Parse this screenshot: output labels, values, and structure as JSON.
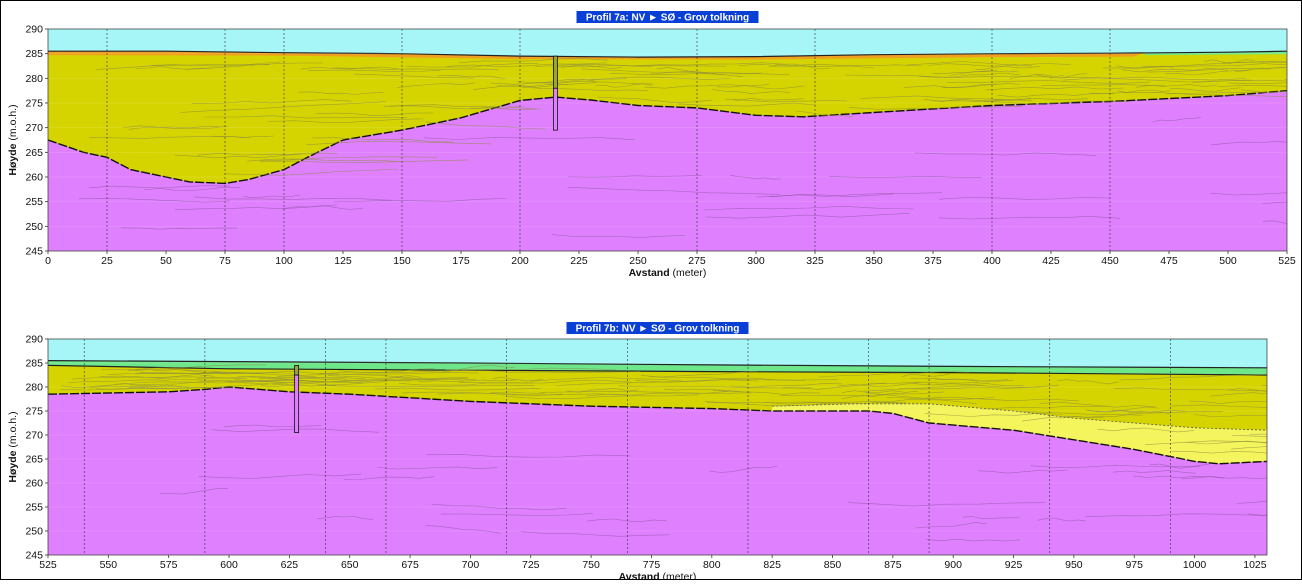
{
  "colors": {
    "air": "#a6f6f8",
    "topsoil": "#6ee78a",
    "organic": "#f0a020",
    "sediment": "#d6d400",
    "sand": "#f4f45c",
    "bedrock": "#df80ff",
    "title_bg": "#0a3fd6"
  },
  "chart_data": [
    {
      "type": "area",
      "title": "Profil 7a: NV ► SØ - Grov tolkning",
      "xlabel_bold": "Avstand",
      "xlabel_rest": " (meter)",
      "ylabel_bold": "Høyde",
      "ylabel_rest": " (m.o.h.)",
      "xlim": [
        0,
        525
      ],
      "ylim": [
        245,
        290
      ],
      "xticks": [
        0,
        25,
        50,
        75,
        100,
        125,
        150,
        175,
        200,
        225,
        250,
        275,
        300,
        325,
        350,
        375,
        400,
        425,
        450,
        475,
        500,
        525
      ],
      "yticks": [
        245,
        250,
        255,
        260,
        265,
        270,
        275,
        280,
        285,
        290
      ],
      "gridlines_x": [
        25,
        75,
        100,
        150,
        200,
        275,
        325,
        400,
        450
      ],
      "surface": [
        [
          0,
          285.5
        ],
        [
          50,
          285.5
        ],
        [
          100,
          285.2
        ],
        [
          150,
          285
        ],
        [
          200,
          284.5
        ],
        [
          250,
          284.3
        ],
        [
          300,
          284.4
        ],
        [
          350,
          284.8
        ],
        [
          400,
          285
        ],
        [
          450,
          285.1
        ],
        [
          500,
          285.3
        ],
        [
          525,
          285.5
        ]
      ],
      "organic_bottom": [
        [
          0,
          284.7
        ],
        [
          100,
          284.6
        ],
        [
          200,
          283.9
        ],
        [
          300,
          283.8
        ],
        [
          400,
          284.3
        ],
        [
          460,
          284.4
        ],
        [
          465,
          285.3
        ]
      ],
      "bedrock": [
        [
          0,
          267.5
        ],
        [
          15,
          265
        ],
        [
          25,
          264
        ],
        [
          35,
          261.5
        ],
        [
          50,
          260
        ],
        [
          60,
          259
        ],
        [
          75,
          258.7
        ],
        [
          85,
          259.5
        ],
        [
          100,
          261.5
        ],
        [
          110,
          264
        ],
        [
          125,
          267.5
        ],
        [
          150,
          269.5
        ],
        [
          175,
          272
        ],
        [
          200,
          275.5
        ],
        [
          215,
          276.2
        ],
        [
          230,
          275.6
        ],
        [
          250,
          274.5
        ],
        [
          275,
          274
        ],
        [
          300,
          272.5
        ],
        [
          320,
          272.2
        ],
        [
          340,
          272.8
        ],
        [
          375,
          273.8
        ],
        [
          400,
          274.5
        ],
        [
          450,
          275.3
        ],
        [
          500,
          276.5
        ],
        [
          525,
          277.5
        ]
      ],
      "boreholes": [
        {
          "x": 215,
          "top": 284.5,
          "bottom": 269.5,
          "upper_split": 278
        }
      ]
    },
    {
      "type": "area",
      "title": "Profil 7b: NV ► SØ - Grov tolkning",
      "xlabel_bold": "Avstand",
      "xlabel_rest": " (meter)",
      "ylabel_bold": "Høyde",
      "ylabel_rest": " (m.o.h.)",
      "xlim": [
        525,
        1030
      ],
      "ylim": [
        245,
        290
      ],
      "xticks": [
        525,
        550,
        575,
        600,
        625,
        650,
        675,
        700,
        725,
        750,
        775,
        800,
        825,
        850,
        875,
        900,
        925,
        950,
        975,
        1000,
        1025
      ],
      "yticks": [
        245,
        250,
        255,
        260,
        265,
        270,
        275,
        280,
        285,
        290
      ],
      "gridlines_x": [
        540,
        590,
        640,
        665,
        715,
        765,
        815,
        865,
        890,
        940,
        990
      ],
      "surface": [
        [
          525,
          285.5
        ],
        [
          600,
          285.3
        ],
        [
          700,
          285
        ],
        [
          800,
          284.6
        ],
        [
          900,
          284.3
        ],
        [
          1030,
          284
        ]
      ],
      "topsoil_bottom": [
        [
          525,
          284.5
        ],
        [
          600,
          283.8
        ],
        [
          700,
          283.5
        ],
        [
          800,
          283.2
        ],
        [
          900,
          283
        ],
        [
          1030,
          282.5
        ]
      ],
      "sand_top": [
        [
          825,
          276
        ],
        [
          860,
          276.5
        ],
        [
          880,
          276.5
        ],
        [
          890,
          276.5
        ],
        [
          925,
          275
        ],
        [
          950,
          273.5
        ],
        [
          975,
          272.5
        ],
        [
          1000,
          271.5
        ],
        [
          1030,
          271
        ]
      ],
      "bedrock": [
        [
          525,
          278.5
        ],
        [
          575,
          279
        ],
        [
          590,
          279.5
        ],
        [
          600,
          280
        ],
        [
          625,
          279
        ],
        [
          650,
          278.5
        ],
        [
          700,
          277
        ],
        [
          750,
          276
        ],
        [
          800,
          275.5
        ],
        [
          825,
          275
        ],
        [
          850,
          275
        ],
        [
          865,
          275
        ],
        [
          875,
          274.5
        ],
        [
          890,
          272.5
        ],
        [
          925,
          271
        ],
        [
          950,
          269
        ],
        [
          975,
          267
        ],
        [
          1000,
          264.5
        ],
        [
          1010,
          264
        ],
        [
          1030,
          264.5
        ]
      ],
      "boreholes": [
        {
          "x": 628,
          "top": 284.5,
          "bottom": 270.5,
          "upper_split": 282.5
        }
      ]
    }
  ]
}
